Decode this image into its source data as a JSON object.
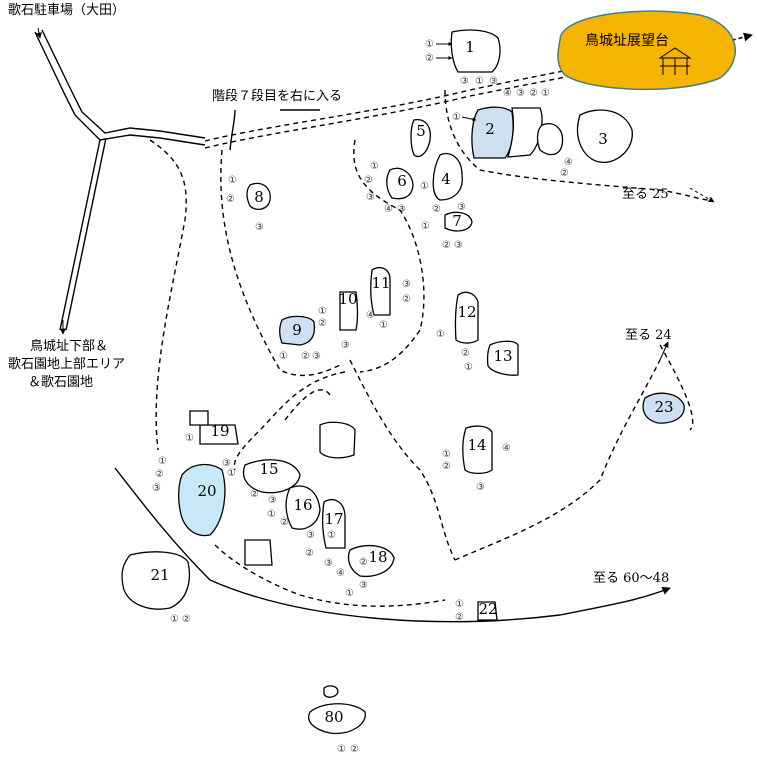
{
  "labels": {
    "parking": "歌石駐車場（大田）",
    "stairs": "階段７段目を右に入る",
    "lower": "鳥城址下部＆",
    "lower2": "歌石園地上部エリア",
    "lower3": "＆歌石園地",
    "lookout": "鳥城址展望台",
    "to25": "至る 25",
    "to24": "至る 24",
    "to60": "至る 60〜48"
  },
  "rocks": [
    "1",
    "2",
    "3",
    "4",
    "5",
    "6",
    "7",
    "8",
    "9",
    "10",
    "11",
    "12",
    "13",
    "14",
    "15",
    "16",
    "17",
    "18",
    "19",
    "20",
    "21",
    "22",
    "23",
    "80"
  ],
  "route_markers": [
    "①",
    "②",
    "③",
    "④"
  ],
  "colors": {
    "lookout": "#f5b400",
    "lookout_stroke": "#3f7f8f",
    "blue_rock": "#cfe0f3",
    "cyan_rock": "#c9e8f7"
  }
}
